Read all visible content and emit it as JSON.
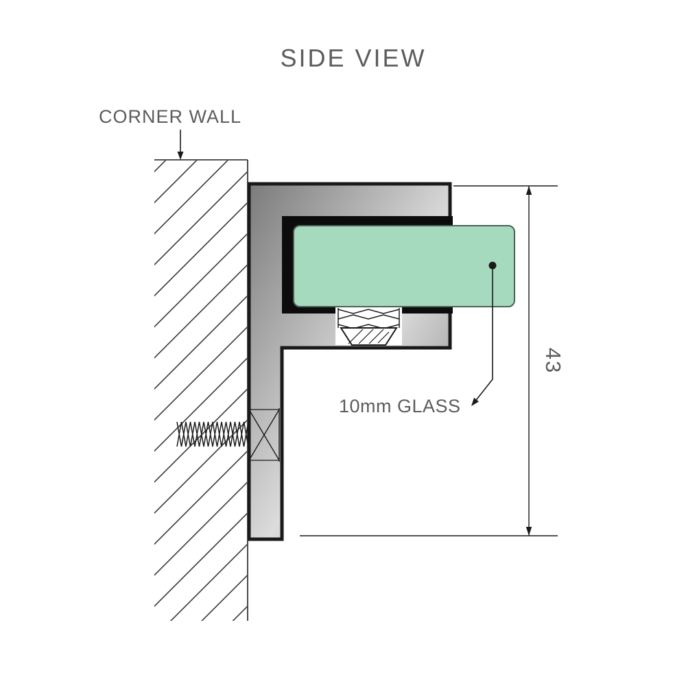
{
  "title": "SIDE VIEW",
  "wall_label": {
    "text": "CORNER WALL"
  },
  "glass_callout": {
    "text": "10mm GLASS"
  },
  "dimension": {
    "value": "43"
  },
  "colors": {
    "text": "#5c5c5c",
    "line": "#1a1a1a",
    "glass_fill": "#a6dabe",
    "gasket": "#0c0c0c",
    "bracket_dark": "#7b7b7b",
    "bracket_light": "#dcdcdc",
    "background": "#ffffff"
  }
}
